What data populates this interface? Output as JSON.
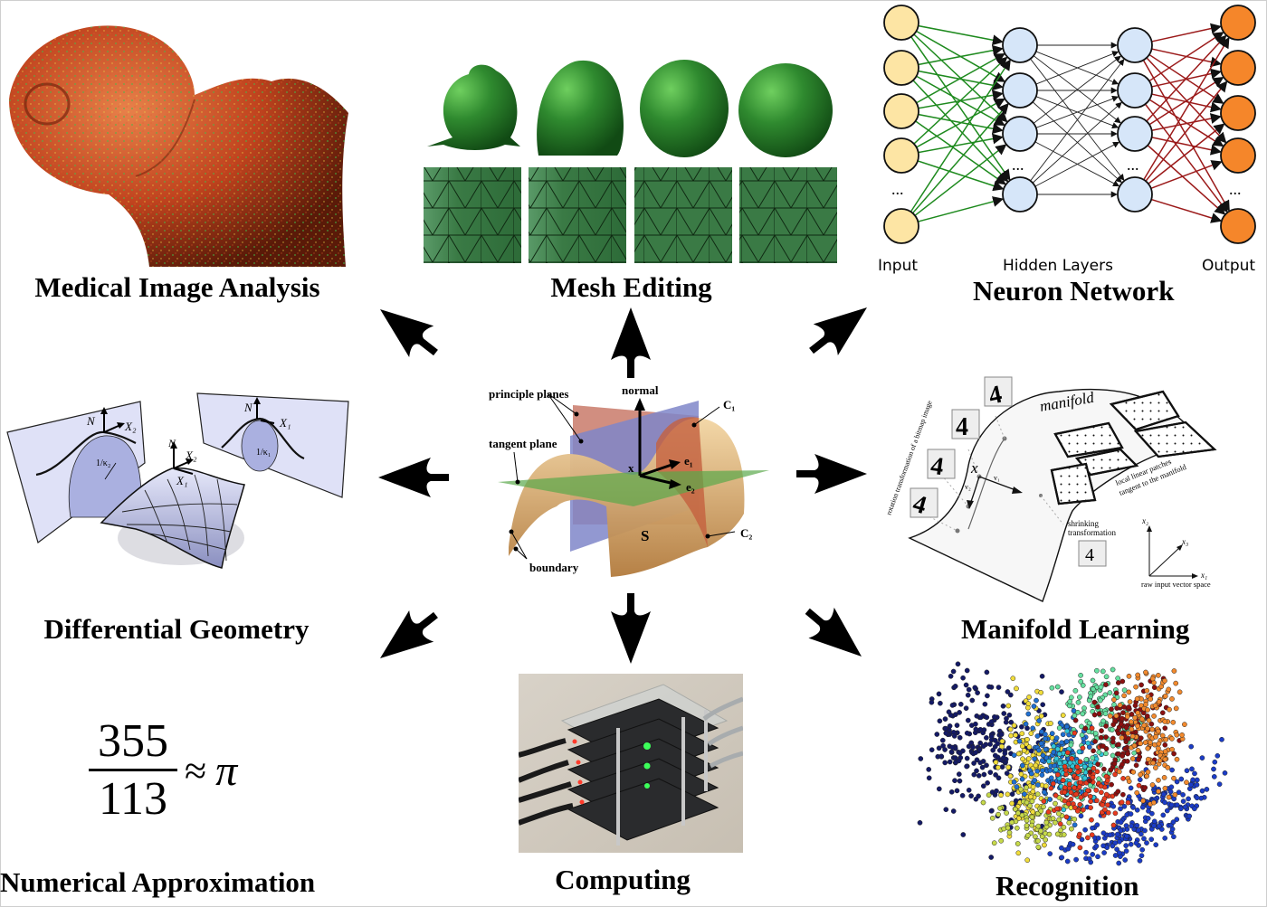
{
  "figure": {
    "center": {
      "labels": {
        "principle_planes": "principle planes",
        "normal": "normal",
        "tangent_plane": "tangent plane",
        "x": "x",
        "e1": "e₁",
        "e2": "e₂",
        "c1": "C₁",
        "c2": "C₂",
        "s": "S",
        "boundary": "boundary"
      },
      "colors": {
        "surface": "#d9a868",
        "plane_red": "#c97a6a",
        "plane_blue": "#7f86c9",
        "plane_green": "#5aa84a"
      }
    },
    "panels": [
      {
        "id": "medical",
        "title": "Medical Image Analysis",
        "colors": {
          "bone": "#c0431e",
          "speckle": "#3fbf4a"
        }
      },
      {
        "id": "mesh",
        "title": "Mesh Editing",
        "colors": {
          "green": "#2f8a2f",
          "mesh": "#3a7a45"
        }
      },
      {
        "id": "neural",
        "title": "Neuron Network",
        "layer_labels": {
          "input": "Input",
          "hidden": "Hidden Layers",
          "output": "Output"
        },
        "ellipsis": "...",
        "colors": {
          "input": "#fde5a4",
          "hidden": "#d6e6f9",
          "output": "#f5862a",
          "edge_in": "#1e8a1e",
          "edge_mid": "#222222",
          "edge_out": "#9b1a1a"
        }
      },
      {
        "id": "diffgeo",
        "title": "Differential Geometry",
        "labels": {
          "n": "N",
          "x1": "X₁",
          "x2": "X₂",
          "k1": "1/κ₁",
          "k2": "1/κ₂"
        },
        "colors": {
          "plane": "#dfe1f7",
          "surface": "#b8bde6"
        }
      },
      {
        "id": "manifold",
        "title": "Manifold Learning",
        "labels": {
          "manifold": "manifold",
          "rotation": "rotation transformation of a bitmap image",
          "local": "local linear patches",
          "tangent": "tangent to the manifold",
          "shrinking": "shrinking",
          "transformation": "transformation",
          "raw": "raw input vector space",
          "digit": "4",
          "x": "x",
          "v1": "v₁",
          "v2": "v₂",
          "ax1": "x₁",
          "ax2": "x₂",
          "ax3": "x₃"
        }
      },
      {
        "id": "numerical",
        "title": "Numerical Approximation",
        "formula": {
          "numerator": "355",
          "denominator": "113",
          "relation": "≈",
          "rhs": "π"
        }
      },
      {
        "id": "computing",
        "title": "Computing"
      },
      {
        "id": "recognition",
        "title": "Recognition",
        "colors": [
          "#141a66",
          "#1b3cc7",
          "#1f6fd1",
          "#2fc6d9",
          "#66e0a0",
          "#c6d94a",
          "#f0dc3a",
          "#e83a1e",
          "#8a1010",
          "#f28a2e"
        ]
      }
    ]
  }
}
